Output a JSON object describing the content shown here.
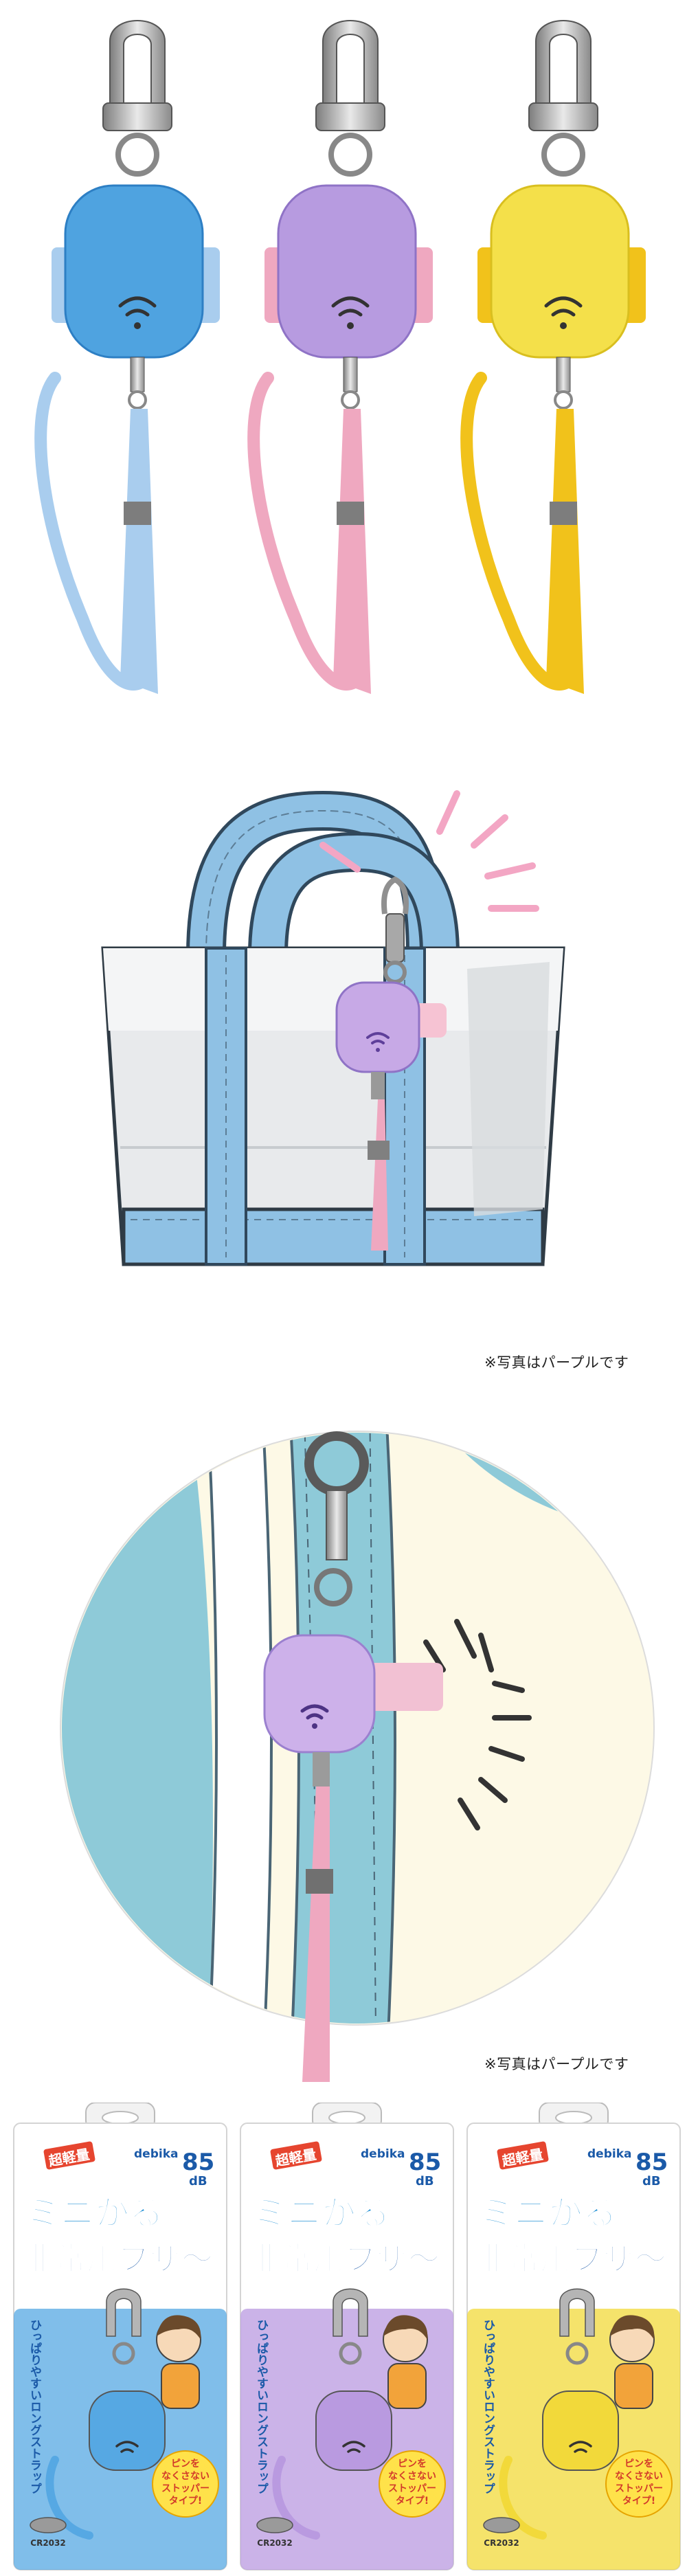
{
  "products": [
    {
      "color_name": "blue",
      "body": "#4fa3e0",
      "body_dark": "#2d7fc4",
      "strap": "#a9cdee"
    },
    {
      "color_name": "purple",
      "body": "#b79be0",
      "body_dark": "#8f73c6",
      "strap": "#efa8c0"
    },
    {
      "color_name": "yellow",
      "body": "#f4e04a",
      "body_dark": "#d9bf1f",
      "strap": "#f1c21b"
    }
  ],
  "scene_tote": {
    "note": "※写真はパープルです"
  },
  "scene_closeup": {
    "note": "※写真はパープルです"
  },
  "packages": [
    {
      "color_name": "blue",
      "accent": "#56a8e3",
      "brand": "debika",
      "badge": "超軽量",
      "db_value": "85",
      "db_unit": "dB",
      "title_line1": "ミニかる",
      "title_line2": "非常用ブザ〜",
      "side_text": "ひっぱりやすいロングストラップ",
      "pin_text": [
        "ピンを",
        "なくさない",
        "ストッパー",
        "タイプ!"
      ],
      "battery": "CR2032"
    },
    {
      "color_name": "purple",
      "accent": "#b99ae0",
      "brand": "debika",
      "badge": "超軽量",
      "db_value": "85",
      "db_unit": "dB",
      "title_line1": "ミニかる",
      "title_line2": "非常用ブザ〜",
      "side_text": "ひっぱりやすいロングストラップ",
      "pin_text": [
        "ピンを",
        "なくさない",
        "ストッパー",
        "タイプ!"
      ],
      "battery": "CR2032"
    },
    {
      "color_name": "yellow",
      "accent": "#f2d93a",
      "brand": "debika",
      "badge": "超軽量",
      "db_value": "85",
      "db_unit": "dB",
      "title_line1": "ミニかる",
      "title_line2": "非常用ブザ〜",
      "side_text": "ひっぱりやすいロングストラップ",
      "pin_text": [
        "ピンを",
        "なくさない",
        "ストッパー",
        "タイプ!"
      ],
      "battery": "CR2032"
    }
  ]
}
